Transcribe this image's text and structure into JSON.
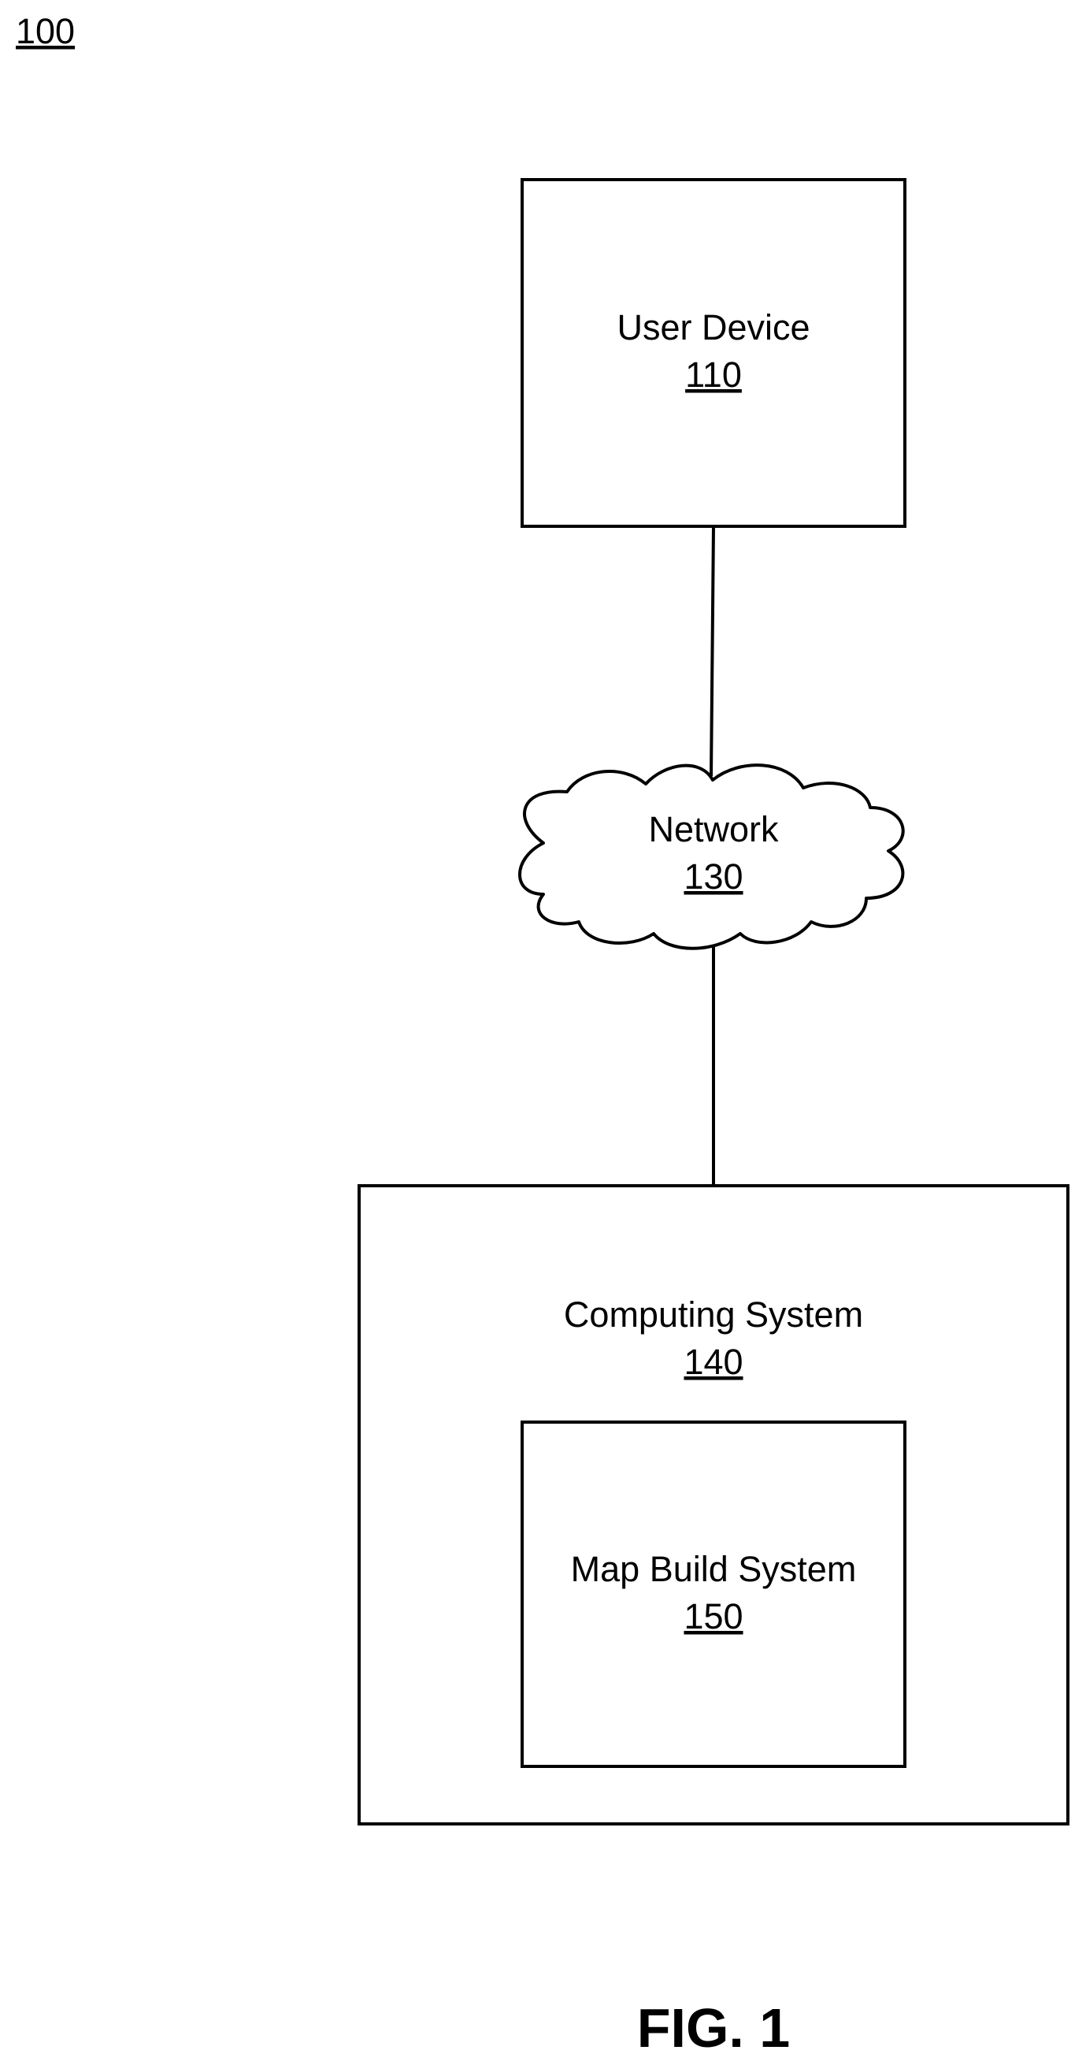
{
  "figure": {
    "ref_number": "100",
    "caption": "FIG. 1"
  },
  "nodes": {
    "user_device": {
      "label": "User Device",
      "ref": "110"
    },
    "network": {
      "label": "Network",
      "ref": "130"
    },
    "computing_system": {
      "label": "Computing System",
      "ref": "140"
    },
    "map_build_system": {
      "label": "Map Build System",
      "ref": "150"
    }
  },
  "edges": [
    {
      "from": "user_device",
      "to": "network"
    },
    {
      "from": "network",
      "to": "computing_system"
    }
  ],
  "colors": {
    "stroke": "#000000",
    "background": "#ffffff"
  }
}
